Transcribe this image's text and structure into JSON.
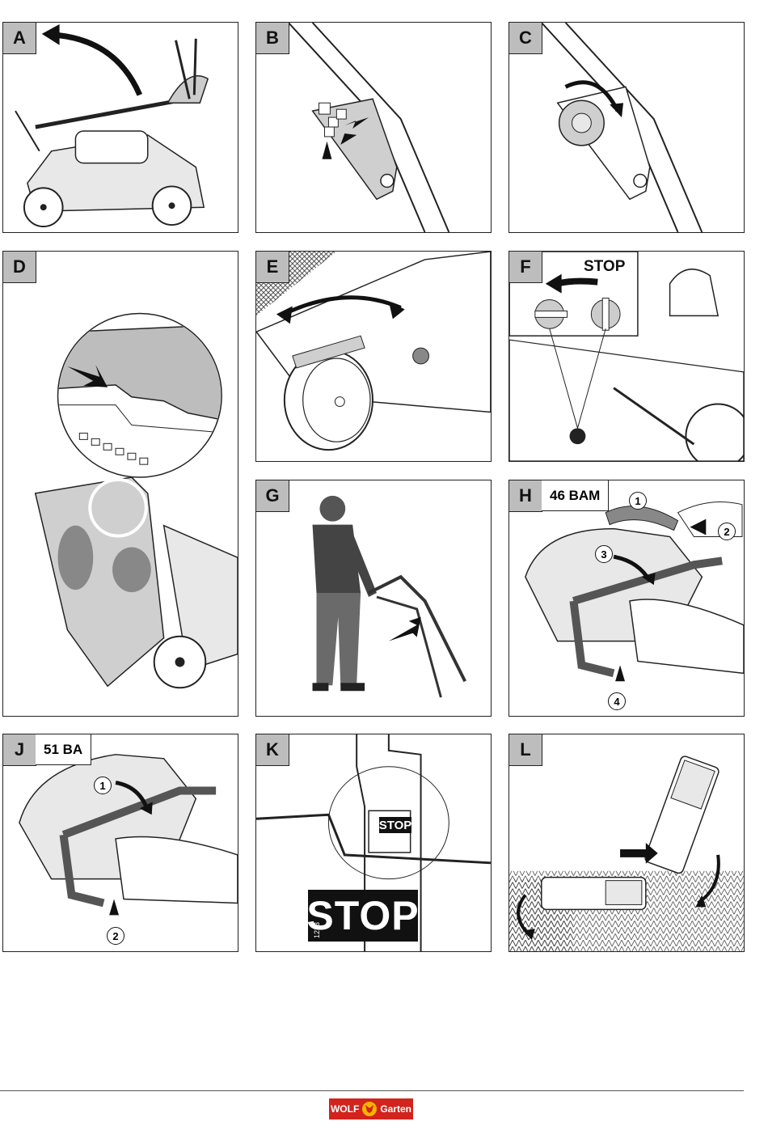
{
  "panels": {
    "a": {
      "letter": "A"
    },
    "b": {
      "letter": "B"
    },
    "c": {
      "letter": "C"
    },
    "d": {
      "letter": "D"
    },
    "e": {
      "letter": "E"
    },
    "f": {
      "letter": "F",
      "stop_label": "STOP"
    },
    "g": {
      "letter": "G"
    },
    "h": {
      "letter": "H",
      "model": "46 BAM",
      "steps": [
        "1",
        "2",
        "3",
        "4"
      ]
    },
    "j": {
      "letter": "J",
      "model": "51 BA",
      "steps": [
        "1",
        "2"
      ]
    },
    "k": {
      "letter": "K",
      "stop_small": "STOP",
      "stop_sign": "STOP",
      "code": "1233"
    },
    "l": {
      "letter": "L"
    }
  },
  "footer": {
    "logo_left": "WOLF",
    "logo_right": "Garten"
  },
  "colors": {
    "label_bg": "#bdbdbd",
    "brand_red": "#d2231c",
    "brand_yellow": "#f5b400"
  }
}
